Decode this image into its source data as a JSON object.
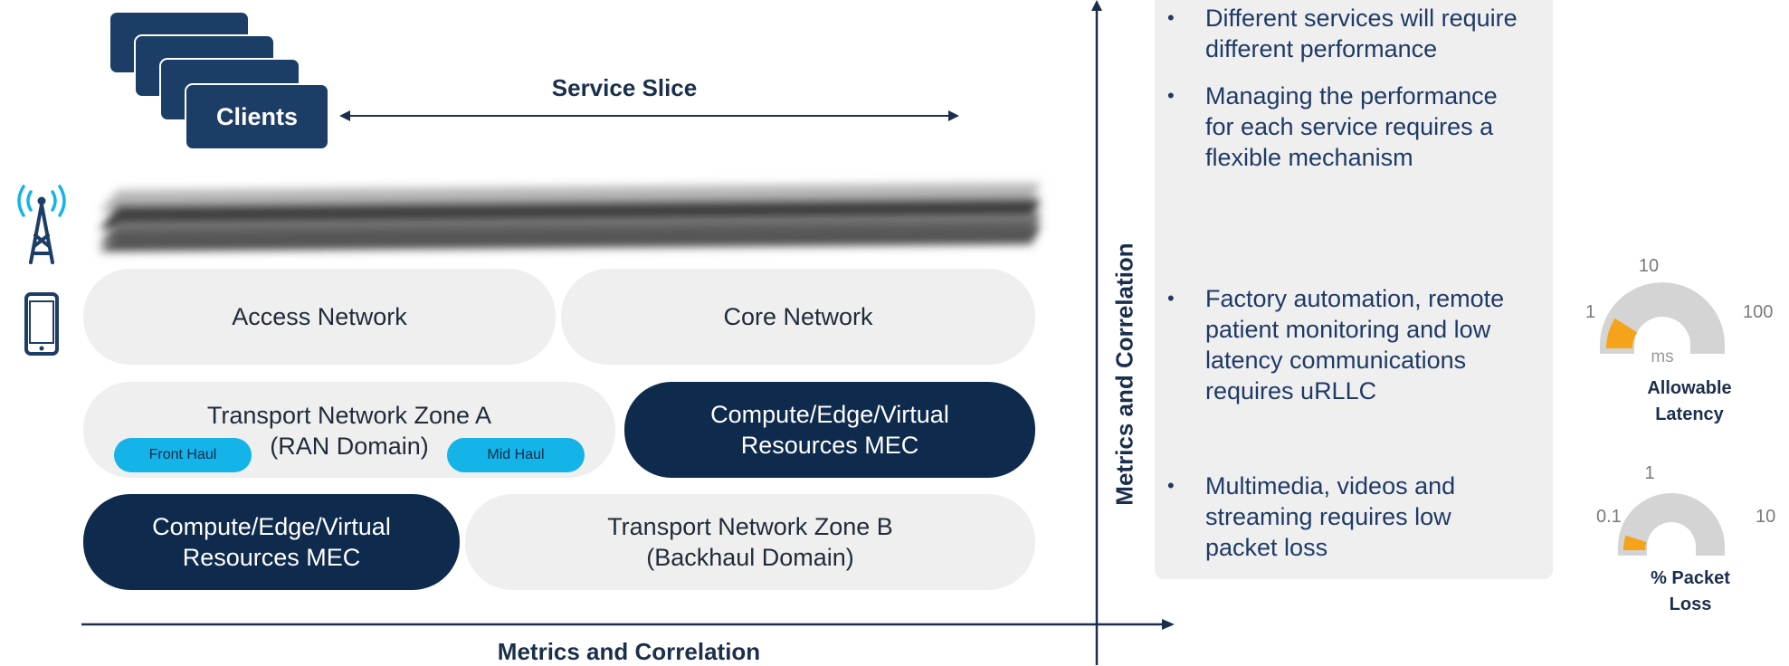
{
  "clients": {
    "label": "Clients"
  },
  "service_slice": {
    "title": "Service Slice"
  },
  "domains": {
    "access_network": "Access Network",
    "core_network": "Core Network",
    "transport_zone_a": {
      "line1": "Transport Network Zone A",
      "line2": "(RAN Domain)"
    },
    "front_haul": "Front Haul",
    "mid_haul": "Mid Haul",
    "compute_mec_right": {
      "line1": "Compute/Edge/Virtual",
      "line2": "Resources MEC"
    },
    "compute_mec_left": {
      "line1": "Compute/Edge/Virtual",
      "line2": "Resources MEC"
    },
    "transport_zone_b": {
      "line1": "Transport Network Zone B",
      "line2": "(Backhaul Domain)"
    }
  },
  "axes": {
    "x_label": "Metrics and Correlation",
    "y_label": "Metrics and Correlation"
  },
  "bullets": [
    {
      "lines": [
        "Different services will require",
        "different performance"
      ]
    },
    {
      "lines": [
        "Managing the performance",
        "for each service requires a",
        "flexible mechanism"
      ]
    },
    {
      "lines": [
        "Factory automation, remote",
        "patient monitoring and low",
        "latency communications",
        "requires uRLLC"
      ]
    },
    {
      "lines": [
        "Multimedia, videos and",
        "streaming requires low",
        "packet loss"
      ]
    }
  ],
  "gauges": {
    "latency": {
      "label_min": "1",
      "label_mid": "10",
      "label_max": "100",
      "unit": "ms",
      "caption_line1": "Allowable",
      "caption_line2": "Latency",
      "level": 0.18
    },
    "packet_loss": {
      "label_min": "0.1",
      "label_mid": "1",
      "label_max": "10",
      "caption_line1": "% Packet",
      "caption_line2": "Loss",
      "level": 0.1
    }
  },
  "colors": {
    "navy": "#0e2a4d",
    "client_blue": "#1c3e66",
    "chip_cyan": "#14b4e8",
    "pill_gray": "#efefef",
    "gauge_orange": "#f5a31a",
    "gauge_gray": "#d4d4d4"
  },
  "icons": [
    "cell-tower-icon",
    "smartphone-icon"
  ]
}
